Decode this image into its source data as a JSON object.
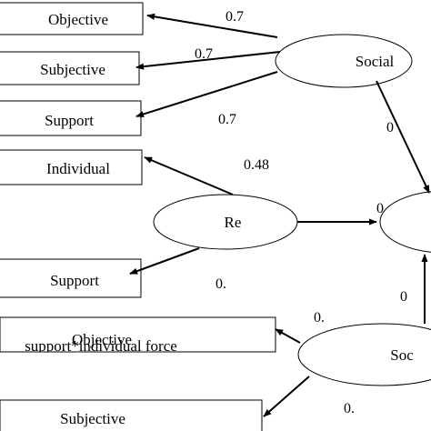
{
  "boxes": {
    "objective": "Objective",
    "subjective": "Subjective",
    "support": "Support",
    "individual": "Individual",
    "support2": "Support",
    "objective2_line1": "Objective",
    "objective2_line2": "support*individual force",
    "subjective2": "Subjective"
  },
  "ellipses": {
    "social": "Social",
    "re": "Re",
    "soc": "Soc"
  },
  "coefficients": {
    "c1": "0.7",
    "c2": "0.7",
    "c3": "0.7",
    "c4": "0.48",
    "c5": "0",
    "c6": "0",
    "c7": "0.",
    "c8": "0.",
    "c9": "0",
    "c10": "0."
  }
}
